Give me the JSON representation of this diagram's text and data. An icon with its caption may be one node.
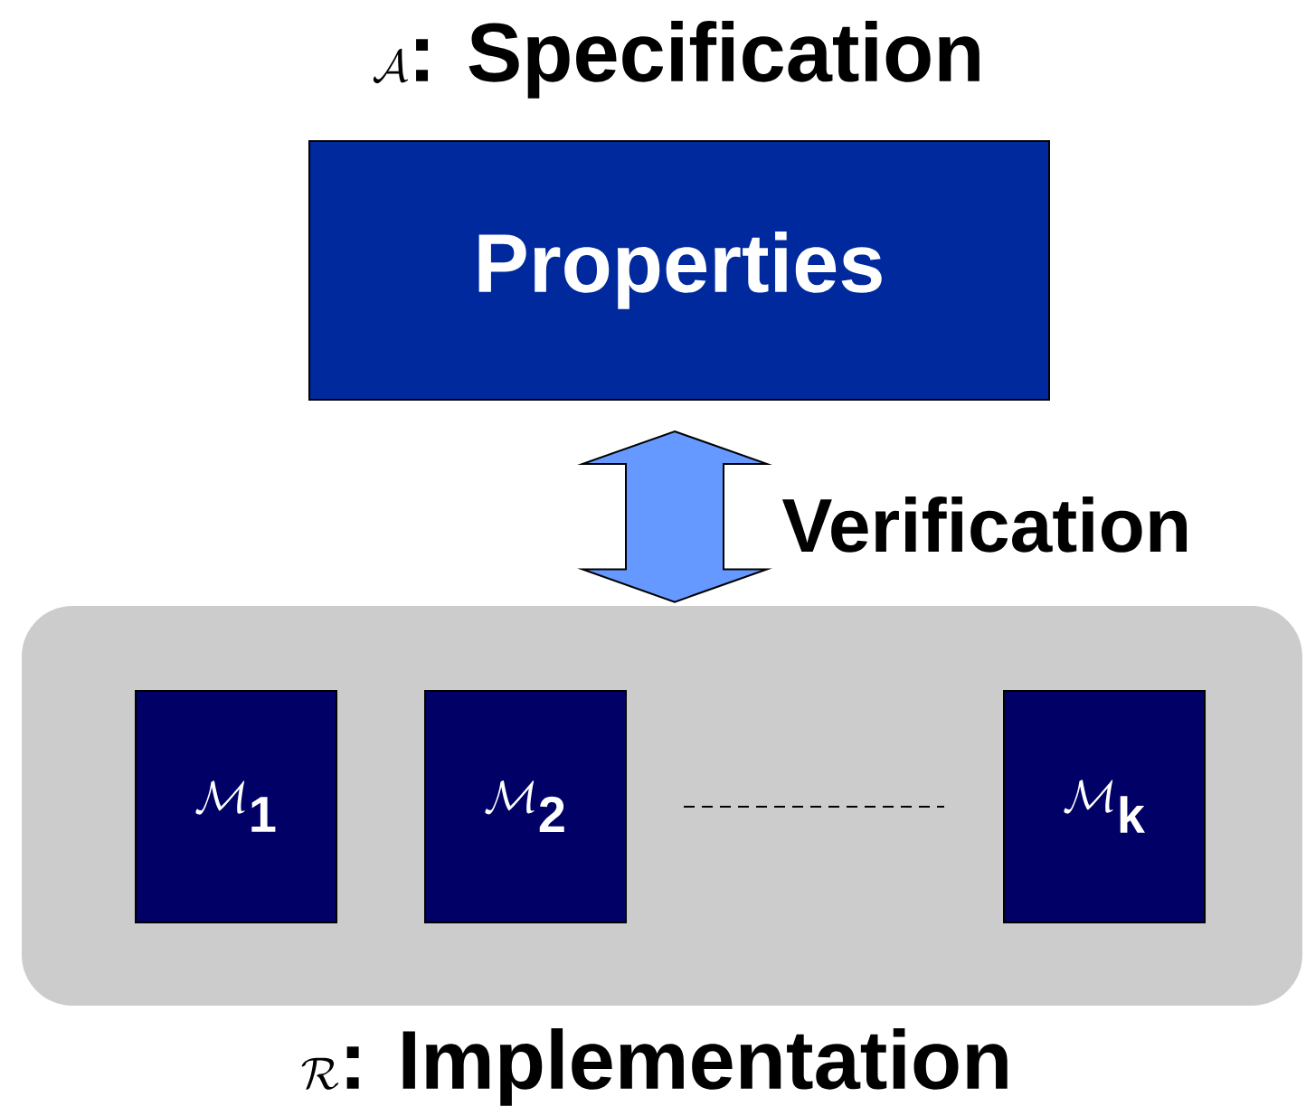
{
  "diagram": {
    "nodes": [
      {
        "text": [
          "\\mathcal{A}\\textbf{: Specification}",
          "Properties"
        ]
      },
      {
        "text": [
          "\\mathcal{R}\\textbf{: Implementation}"
        ]
      },
      {
        "text": [
          "\\mathcal{M}_{\\textbf{1}}"
        ],
        "in": 1
      },
      {
        "text": [
          "\\mathcal{M}_{\\textbf{2}}"
        ],
        "in": 1
      },
      {
        "text": [
          "\\mathcal{M}_{\\textbf{k}}"
        ],
        "in": 1
      }
    ],
    "edges": [
      {
        "from": 0,
        "to": 1,
        "arrow": "both",
        "label": "Verification"
      }
    ]
  }
}
